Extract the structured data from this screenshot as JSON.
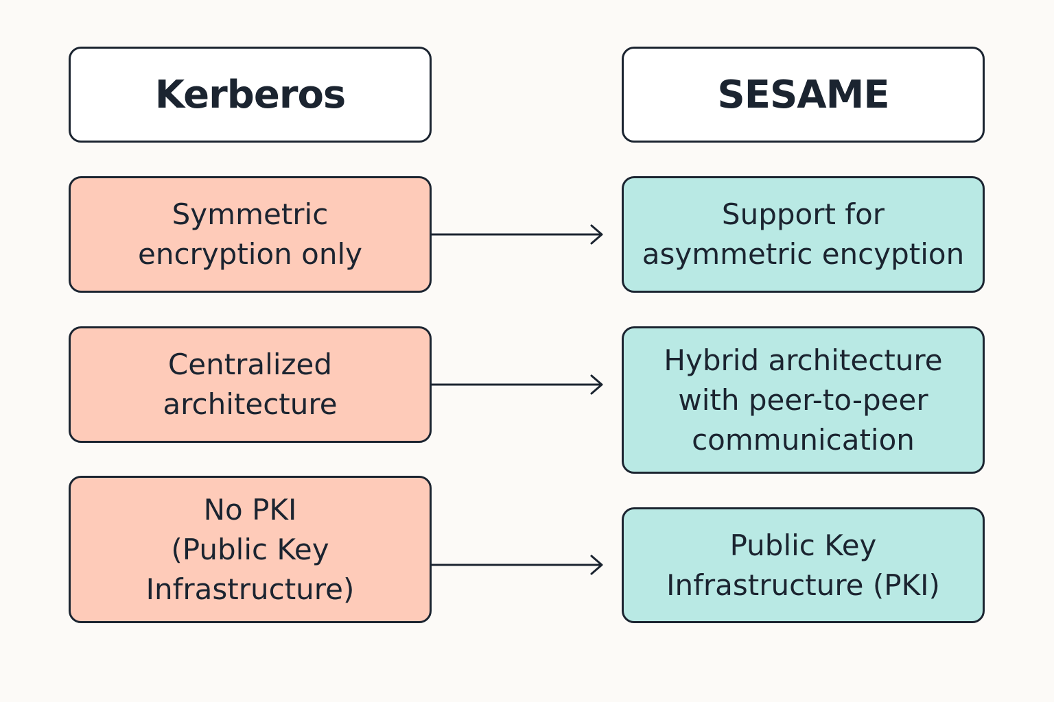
{
  "headers": {
    "left": "Kerberos",
    "right": "SESAME"
  },
  "rows": [
    {
      "kerberos": "Symmetric\nencryption only",
      "sesame": "Support for\nasymmetric encyption"
    },
    {
      "kerberos": "Centralized\narchitecture",
      "sesame": "Hybrid architecture\nwith peer-to-peer\ncommunication"
    },
    {
      "kerberos": "No PKI\n(Public Key\nInfrastructure)",
      "sesame": "Public Key\nInfrastructure (PKI)"
    }
  ],
  "colors": {
    "background": "#fcfaf7",
    "kerberos_fill": "#fecbb9",
    "sesame_fill": "#b9e9e4",
    "header_fill": "#ffffff",
    "outline": "#1b2430"
  }
}
